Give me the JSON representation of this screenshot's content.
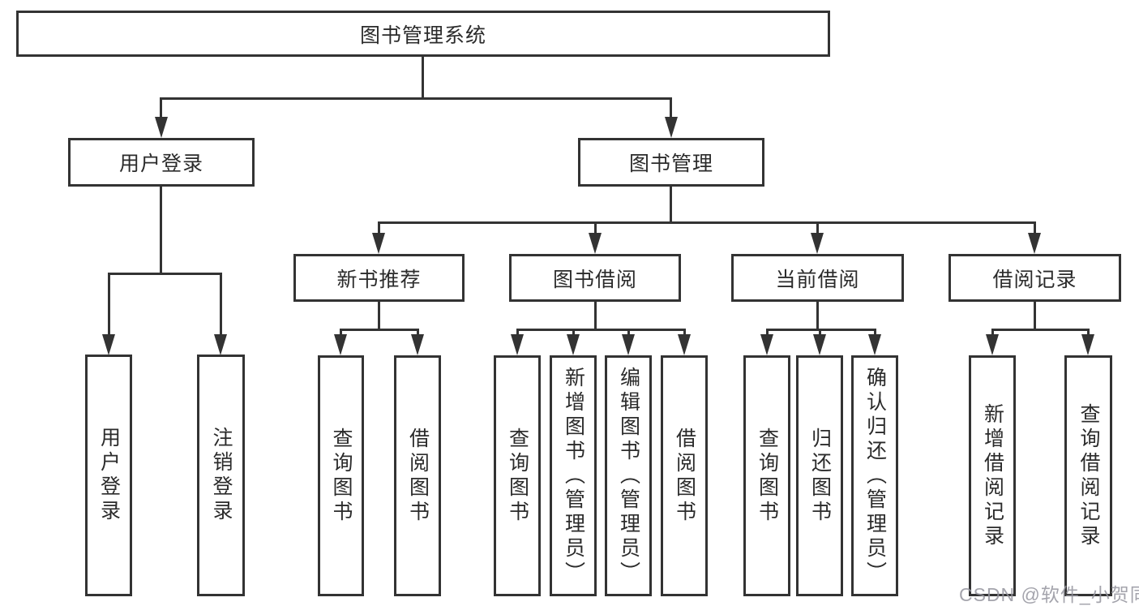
{
  "diagram": {
    "root": {
      "label": "图书管理系统"
    },
    "level2": [
      {
        "label": "用户登录"
      },
      {
        "label": "图书管理"
      }
    ],
    "level3": [
      {
        "label": "新书推荐"
      },
      {
        "label": "图书借阅"
      },
      {
        "label": "当前借阅"
      },
      {
        "label": "借阅记录"
      }
    ],
    "leaves": {
      "user_login": [
        "用户登录",
        "注销登录"
      ],
      "new_book": [
        "查询图书",
        "借阅图书"
      ],
      "book_borrow": [
        "查询图书",
        "新增图书（管理员）",
        "编辑图书（管理员）",
        "借阅图书"
      ],
      "current_borrow": [
        "查询图书",
        "归还图书",
        "确认归还（管理员）"
      ],
      "borrow_record": [
        "新增借阅记录",
        "查询借阅记录"
      ]
    }
  },
  "watermark": "CSDN @软件_小贺同学",
  "colors": {
    "line": "#333333",
    "text": "#2b2b2b",
    "background": "#ffffff",
    "watermark": "#94949e"
  }
}
